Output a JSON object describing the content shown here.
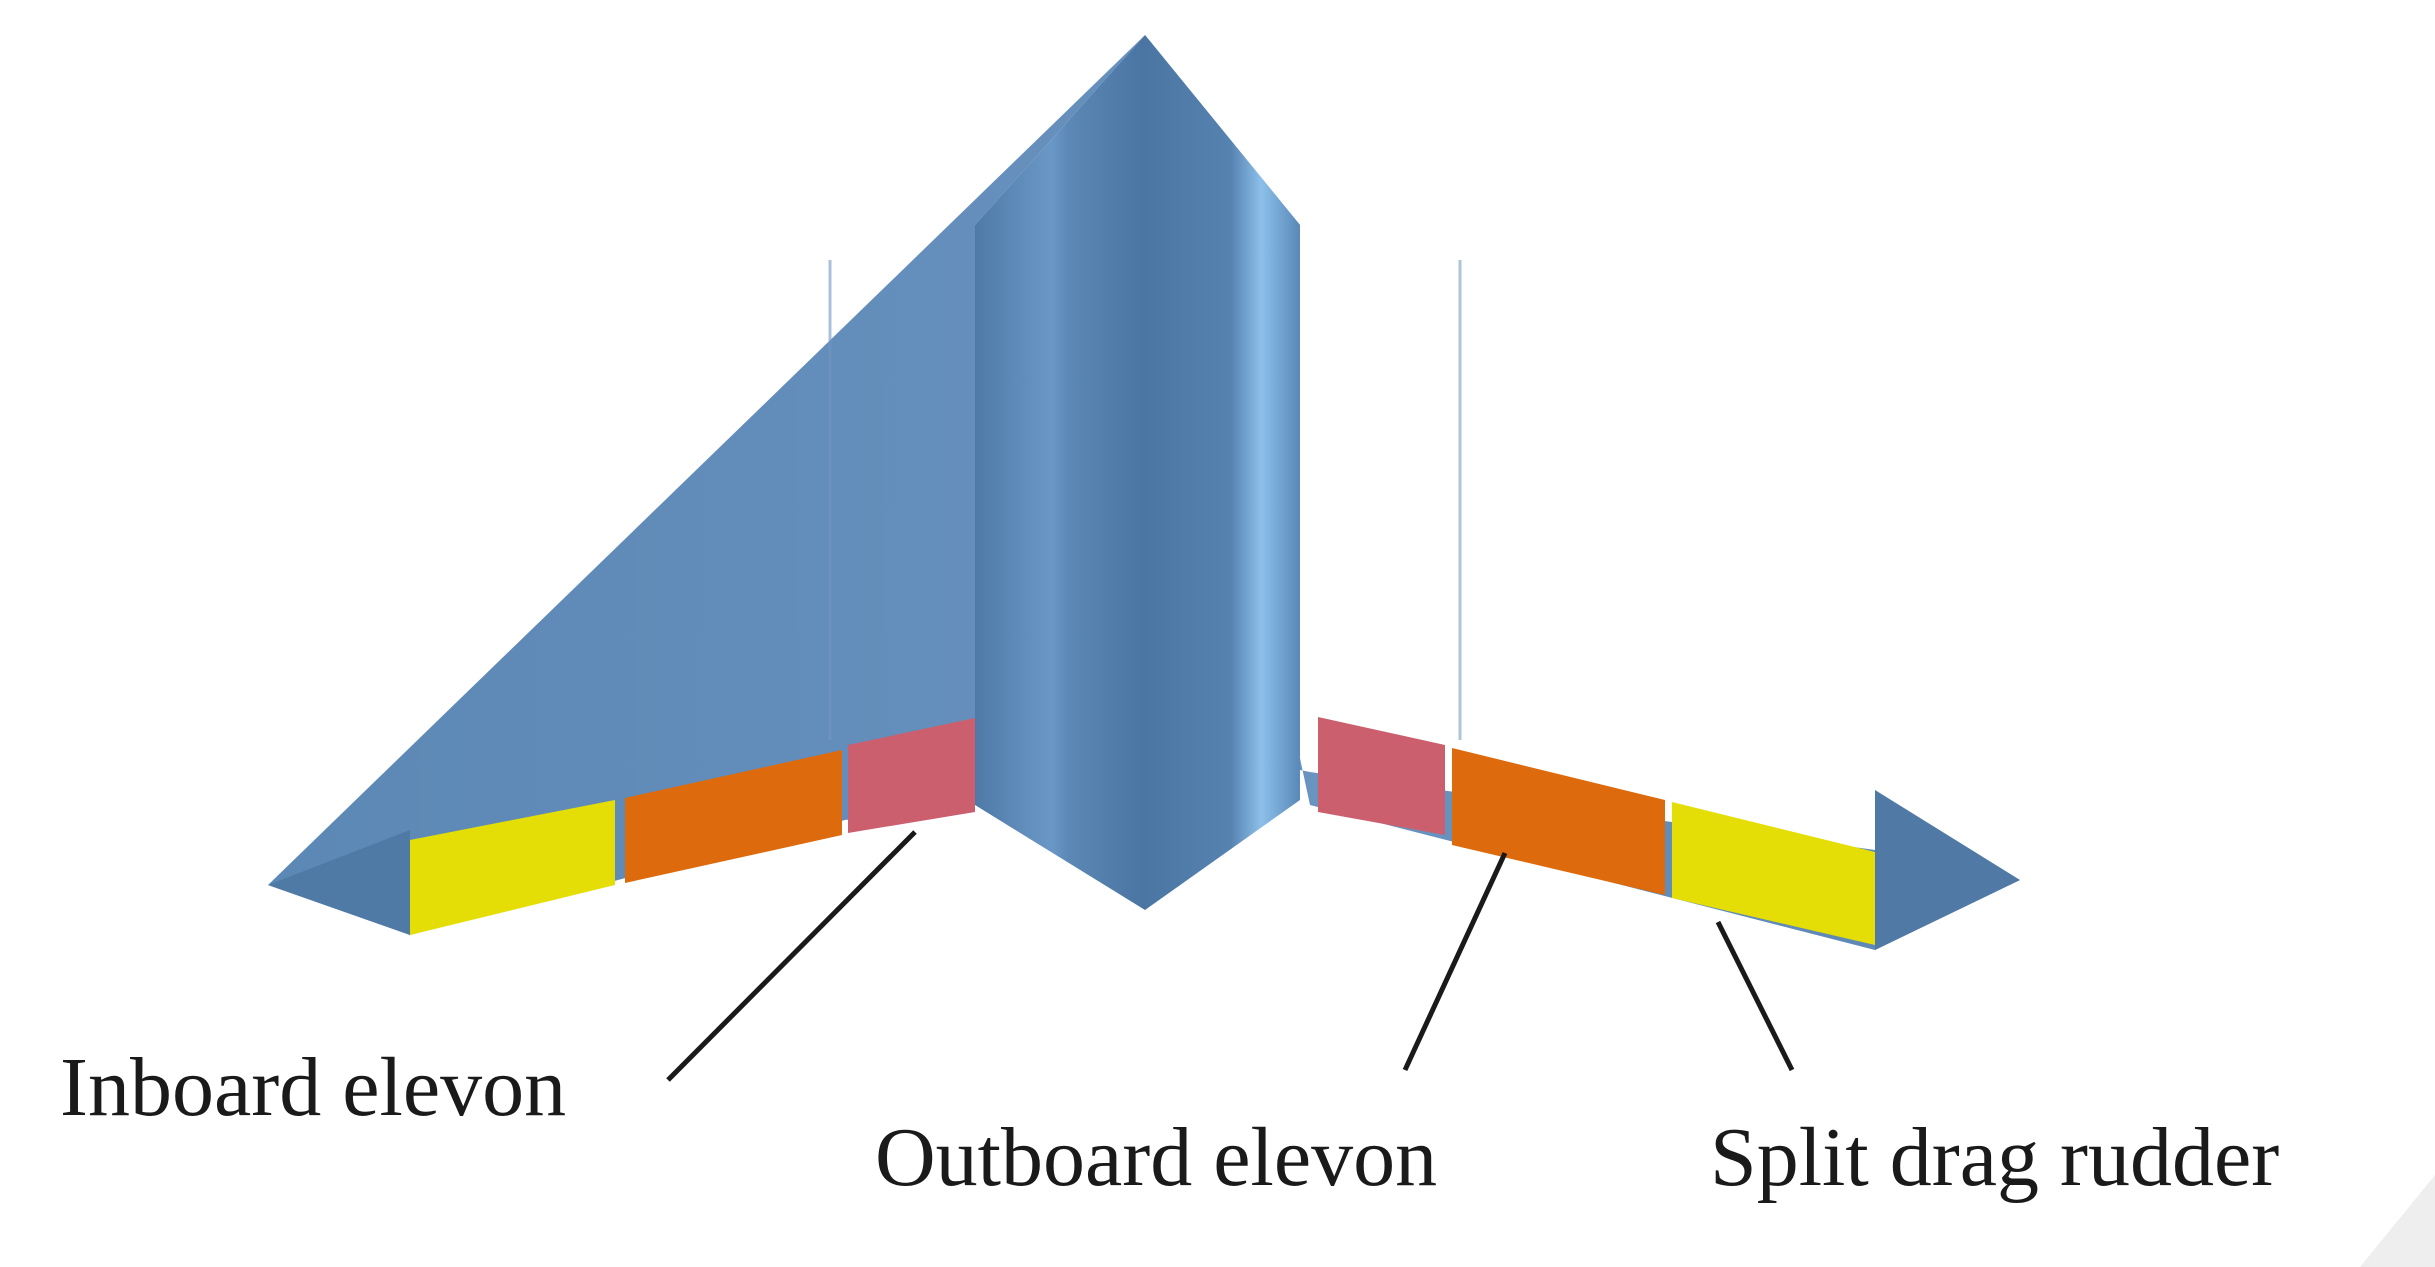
{
  "labels": {
    "inboard_elevon": "Inboard elevon",
    "outboard_elevon": "Outboard elevon",
    "split_drag_rudder": "Split drag rudder"
  },
  "colors": {
    "airframe": "#5b86b3",
    "airframe_highlight": "#8fc0ea",
    "inboard_elevon": "#cf6070",
    "outboard_elevon": "#e06a0a",
    "split_drag_rudder": "#e6e000",
    "text": "#1a1a1a"
  }
}
